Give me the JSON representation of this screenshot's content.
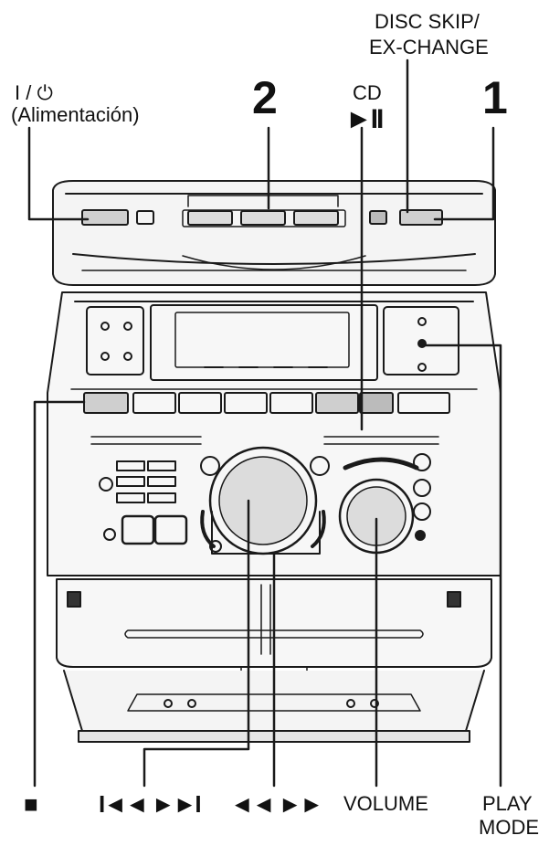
{
  "labels": {
    "power_symbol": "I / ⏻",
    "power_name": "(Alimentación)",
    "step_2": "2",
    "step_1": "1",
    "cd": "CD",
    "play_pause": "►II",
    "disc_skip_line1": "DISC SKIP/",
    "disc_skip_line2": "EX-CHANGE",
    "stop": "■",
    "prev_next": "I◄◄  ►►I",
    "rewind_ff": "◄◄ ►►",
    "volume": "VOLUME",
    "play_mode_line1": "PLAY",
    "play_mode_line2": "MODE"
  },
  "colors": {
    "line": "#1a1a1a",
    "panel_fill": "#f2f2f2",
    "highlight": "#cfcfcf"
  }
}
